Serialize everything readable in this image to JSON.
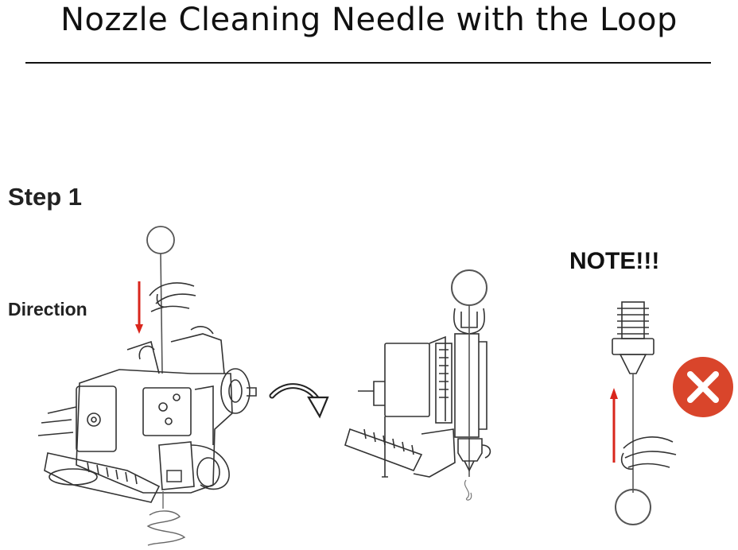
{
  "title": "Nozzle Cleaning Needle with the Loop",
  "step_label": "Step 1",
  "direction_label": "Direction",
  "note_label": "NOTE!!!",
  "colors": {
    "arrow_red": "#d9261c",
    "warning_red": "#d9452b",
    "line": "#333333"
  },
  "icons": {
    "warning": "close-x-icon",
    "rotate_arrow": "curved-arrow-icon"
  }
}
